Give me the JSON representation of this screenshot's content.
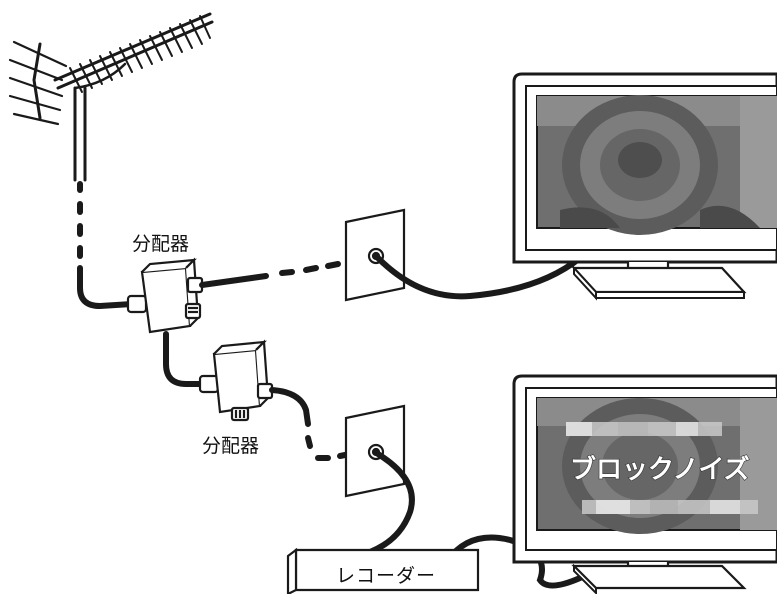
{
  "labels": {
    "splitter_top": "分配器",
    "splitter_bottom": "分配器",
    "recorder": "レコーダー",
    "block_noise": "ブロックノイズ"
  },
  "colors": {
    "line": "#1a1a1a",
    "screen": "#7a7a7a",
    "tv_frame": "#ffffff",
    "cable": "#2b2b2b"
  }
}
